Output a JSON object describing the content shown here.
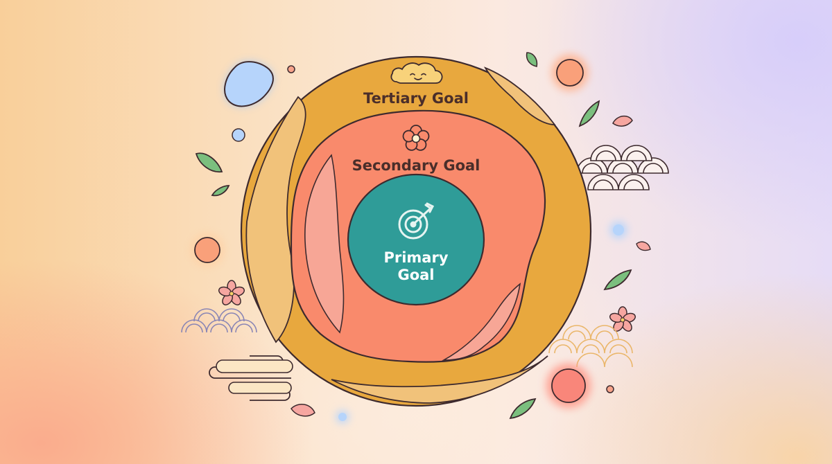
{
  "diagram": {
    "outer_ring": {
      "label": "Tertiary Goal",
      "icon": "cloud-face-icon",
      "color": "#e8a83e"
    },
    "middle_ring": {
      "label": "Secondary Goal",
      "icon": "flower-icon",
      "color": "#f98a6c"
    },
    "center": {
      "label_line1": "Primary",
      "label_line2": "Goal",
      "icon": "target-arrow-icon",
      "color": "#2f9c98"
    }
  },
  "colors": {
    "outline": "#3d2a2e",
    "label_dark": "#4a2e2a",
    "label_light": "#ffffff"
  }
}
